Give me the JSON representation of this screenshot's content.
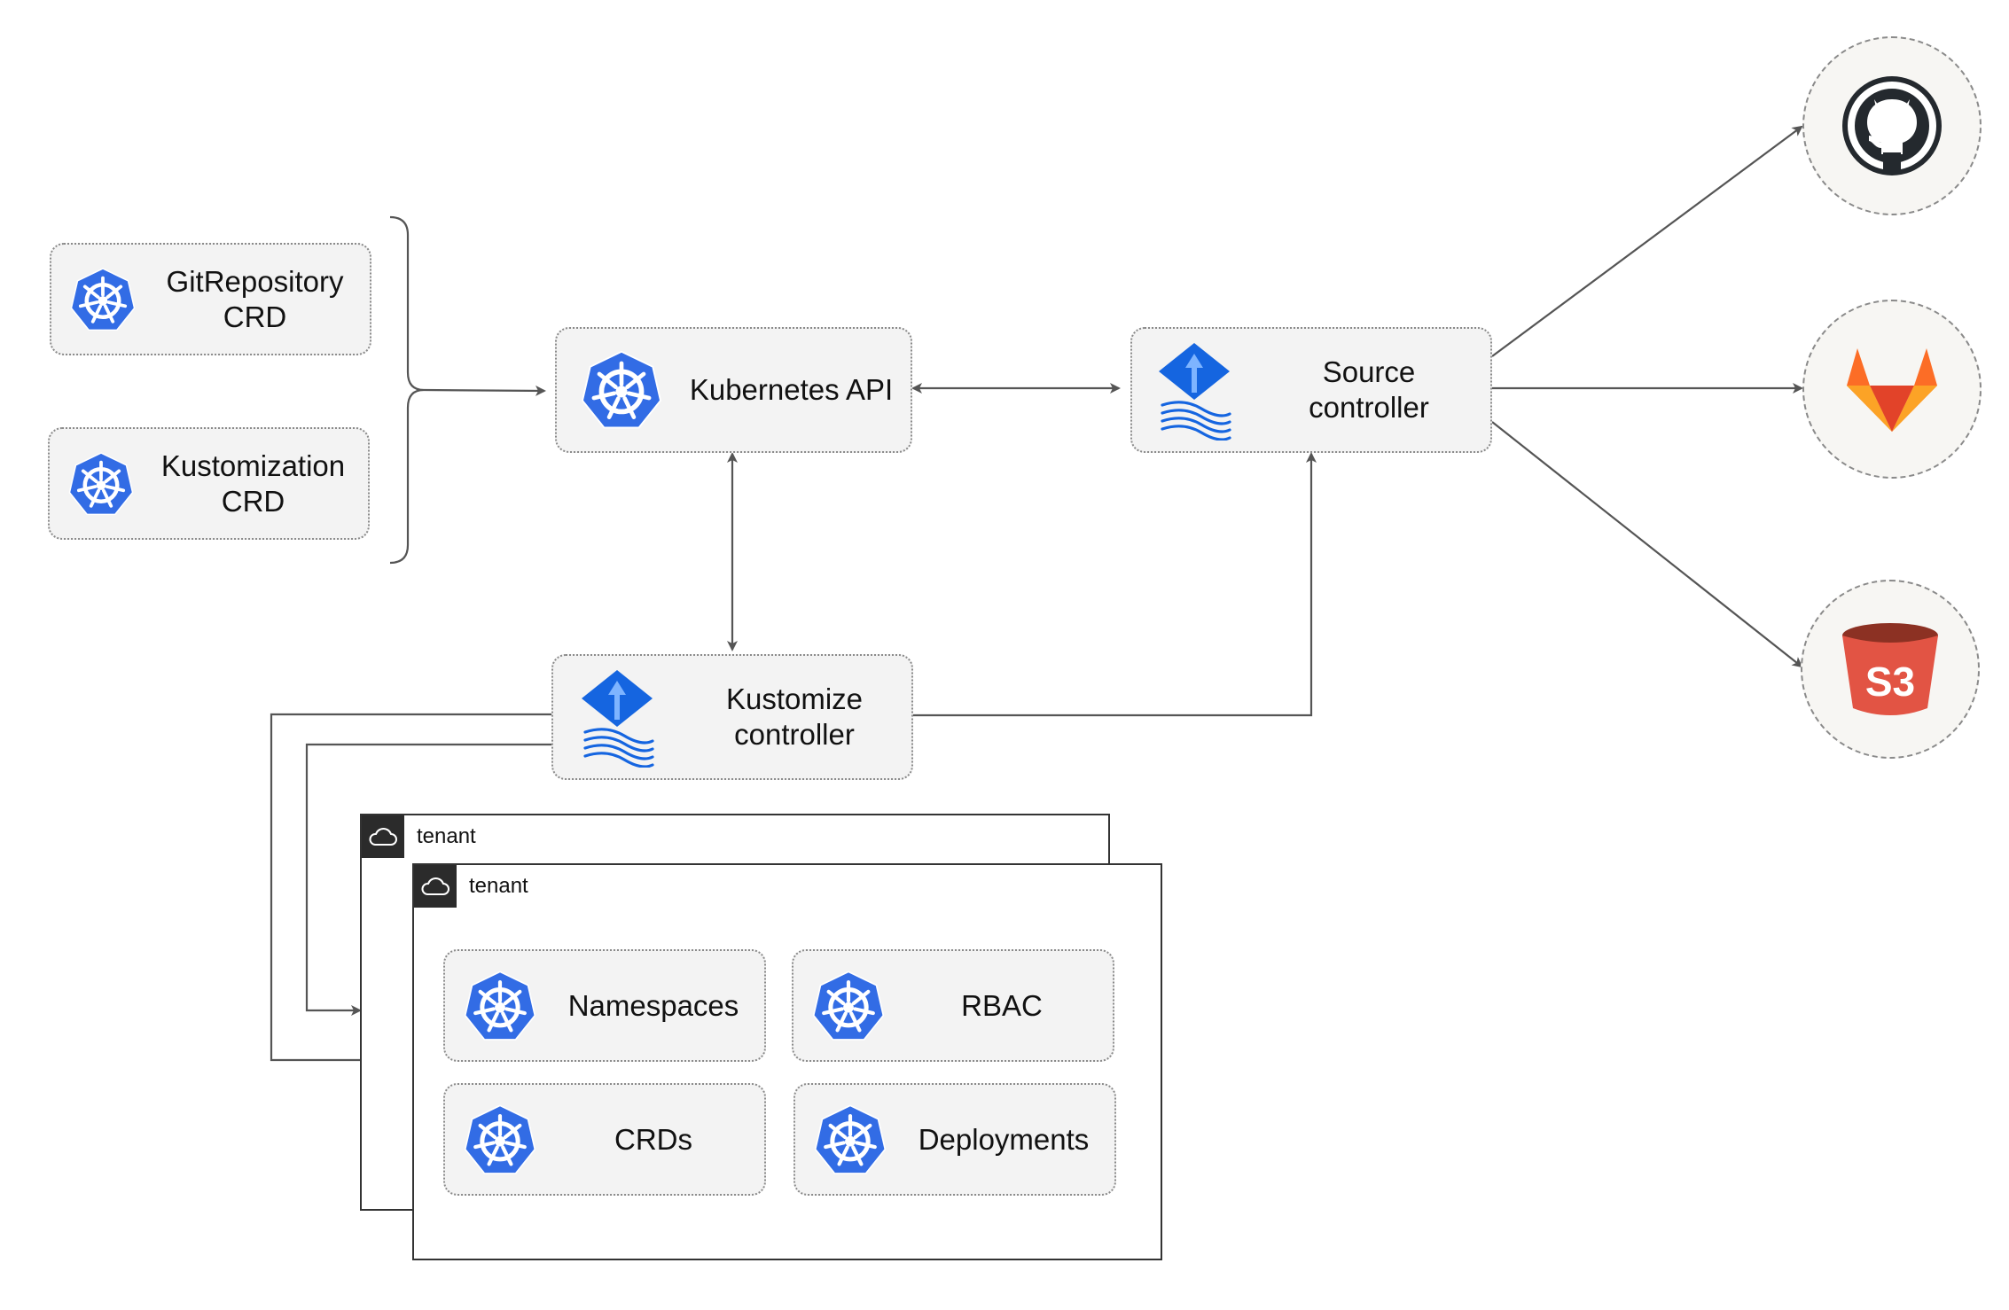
{
  "nodes": {
    "gitrepository_crd": "GitRepository\nCRD",
    "kustomization_crd": "Kustomization\nCRD",
    "kubernetes_api": "Kubernetes API",
    "source_controller": "Source\ncontroller",
    "kustomize_controller": "Kustomize\ncontroller",
    "namespaces": "Namespaces",
    "rbac": "RBAC",
    "crds": "CRDs",
    "deployments": "Deployments"
  },
  "tenants": [
    {
      "label": "tenant"
    },
    {
      "label": "tenant"
    }
  ],
  "services": {
    "github": "github-logo",
    "gitlab": "gitlab-logo",
    "s3": "S3"
  },
  "colors": {
    "kubernetes_blue": "#326ce5",
    "flux_blue": "#1565e0",
    "flux_light": "#7eb4ff",
    "gitlab_orange": "#fc6d26",
    "gitlab_red": "#e24329",
    "gitlab_yellow": "#fca326",
    "s3_red": "#e25444",
    "s3_dark": "#8c3123",
    "github_dark": "#24292e",
    "connector": "#555555"
  }
}
